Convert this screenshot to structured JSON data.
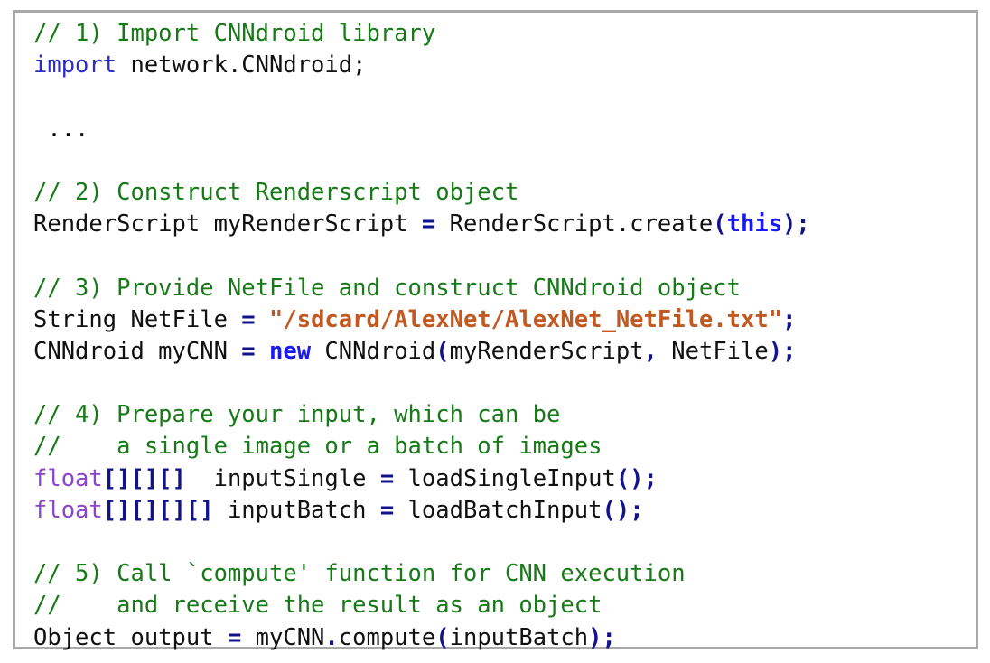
{
  "frame": {
    "border_color": "#a9a9a9",
    "background": "#ffffff"
  },
  "palette": {
    "comment": "#177a17",
    "keyword_blue": "#2c2ccc",
    "keyword_bold_blue": "#1a1aee",
    "type_purple": "#8b44cc",
    "punctuation_navy": "#12128c",
    "string_orange": "#c05a22",
    "plain_text": "#111111"
  },
  "code": {
    "language": "java",
    "lines": [
      {
        "id": "line-1",
        "text": "// 1) Import CNNdroid library"
      },
      {
        "id": "line-2",
        "text": "import network.CNNdroid;"
      },
      {
        "id": "line-3",
        "text": ""
      },
      {
        "id": "line-4",
        "text": " ..."
      },
      {
        "id": "line-5",
        "text": ""
      },
      {
        "id": "line-6",
        "text": "// 2) Construct Renderscript object"
      },
      {
        "id": "line-7",
        "text": "RenderScript myRenderScript = RenderScript.create(this);"
      },
      {
        "id": "line-8",
        "text": ""
      },
      {
        "id": "line-9",
        "text": "// 3) Provide NetFile and construct CNNdroid object"
      },
      {
        "id": "line-10",
        "text": "String NetFile = \"/sdcard/AlexNet/AlexNet_NetFile.txt\";"
      },
      {
        "id": "line-11",
        "text": "CNNdroid myCNN = new CNNdroid(myRenderScript, NetFile);"
      },
      {
        "id": "line-12",
        "text": ""
      },
      {
        "id": "line-13",
        "text": "// 4) Prepare your input, which can be"
      },
      {
        "id": "line-14",
        "text": "//    a single image or a batch of images"
      },
      {
        "id": "line-15",
        "text": "float[][][]  inputSingle = loadSingleInput();"
      },
      {
        "id": "line-16",
        "text": "float[][][][] inputBatch = loadBatchInput();"
      },
      {
        "id": "line-17",
        "text": ""
      },
      {
        "id": "line-18",
        "text": "// 5) Call `compute' function for CNN execution"
      },
      {
        "id": "line-19",
        "text": "//    and receive the result as an object"
      },
      {
        "id": "line-20",
        "text": "Object output = myCNN.compute(inputBatch);"
      }
    ],
    "tokens": {
      "l1": [
        {
          "t": "// 1) Import CNNdroid library",
          "c": "cmt"
        }
      ],
      "l2": [
        {
          "t": "import",
          "c": "kw"
        },
        {
          "t": " network.CNNdroid;",
          "c": "pln"
        }
      ],
      "l4": [
        {
          "t": " ...",
          "c": "pln"
        }
      ],
      "l6": [
        {
          "t": "// 2) Construct Renderscript object",
          "c": "cmt"
        }
      ],
      "l7": [
        {
          "t": "RenderScript myRenderScript ",
          "c": "pln"
        },
        {
          "t": "=",
          "c": "pun"
        },
        {
          "t": " RenderScript.create",
          "c": "pln"
        },
        {
          "t": "(",
          "c": "pun"
        },
        {
          "t": "this",
          "c": "kwb"
        },
        {
          "t": ");",
          "c": "pun"
        }
      ],
      "l9": [
        {
          "t": "// 3) Provide NetFile and construct CNNdroid object",
          "c": "cmt"
        }
      ],
      "l10": [
        {
          "t": "String NetFile ",
          "c": "pln"
        },
        {
          "t": "=",
          "c": "pun"
        },
        {
          "t": " ",
          "c": "pln"
        },
        {
          "t": "\"/sdcard/AlexNet/AlexNet_NetFile.txt\"",
          "c": "str"
        },
        {
          "t": ";",
          "c": "pun"
        }
      ],
      "l11": [
        {
          "t": "CNNdroid myCNN ",
          "c": "pln"
        },
        {
          "t": "=",
          "c": "pun"
        },
        {
          "t": " ",
          "c": "pln"
        },
        {
          "t": "new",
          "c": "kwb"
        },
        {
          "t": " CNNdroid",
          "c": "pln"
        },
        {
          "t": "(",
          "c": "pun"
        },
        {
          "t": "myRenderScript",
          "c": "pln"
        },
        {
          "t": ",",
          "c": "pun"
        },
        {
          "t": " NetFile",
          "c": "pln"
        },
        {
          "t": ");",
          "c": "pun"
        }
      ],
      "l13": [
        {
          "t": "// 4) Prepare your input, which can be",
          "c": "cmt"
        }
      ],
      "l14": [
        {
          "t": "//    a single image or a batch of images",
          "c": "cmt"
        }
      ],
      "l15": [
        {
          "t": "float",
          "c": "typ"
        },
        {
          "t": "[][][]",
          "c": "pun"
        },
        {
          "t": "  inputSingle ",
          "c": "pln"
        },
        {
          "t": "=",
          "c": "pun"
        },
        {
          "t": " loadSingleInput",
          "c": "pln"
        },
        {
          "t": "();",
          "c": "pun"
        }
      ],
      "l16": [
        {
          "t": "float",
          "c": "typ"
        },
        {
          "t": "[][][][]",
          "c": "pun"
        },
        {
          "t": " inputBatch ",
          "c": "pln"
        },
        {
          "t": "=",
          "c": "pun"
        },
        {
          "t": " loadBatchInput",
          "c": "pln"
        },
        {
          "t": "();",
          "c": "pun"
        }
      ],
      "l18": [
        {
          "t": "// 5) Call `compute' function for CNN execution",
          "c": "cmt"
        }
      ],
      "l19": [
        {
          "t": "//    and receive the result as an object",
          "c": "cmt"
        }
      ],
      "l20": [
        {
          "t": "Object output ",
          "c": "pln"
        },
        {
          "t": "=",
          "c": "pun"
        },
        {
          "t": " myCNN",
          "c": "pln"
        },
        {
          "t": ".",
          "c": "pun"
        },
        {
          "t": "compute",
          "c": "pln"
        },
        {
          "t": "(",
          "c": "pun"
        },
        {
          "t": "inputBatch",
          "c": "pln"
        },
        {
          "t": ");",
          "c": "pun"
        }
      ]
    }
  }
}
